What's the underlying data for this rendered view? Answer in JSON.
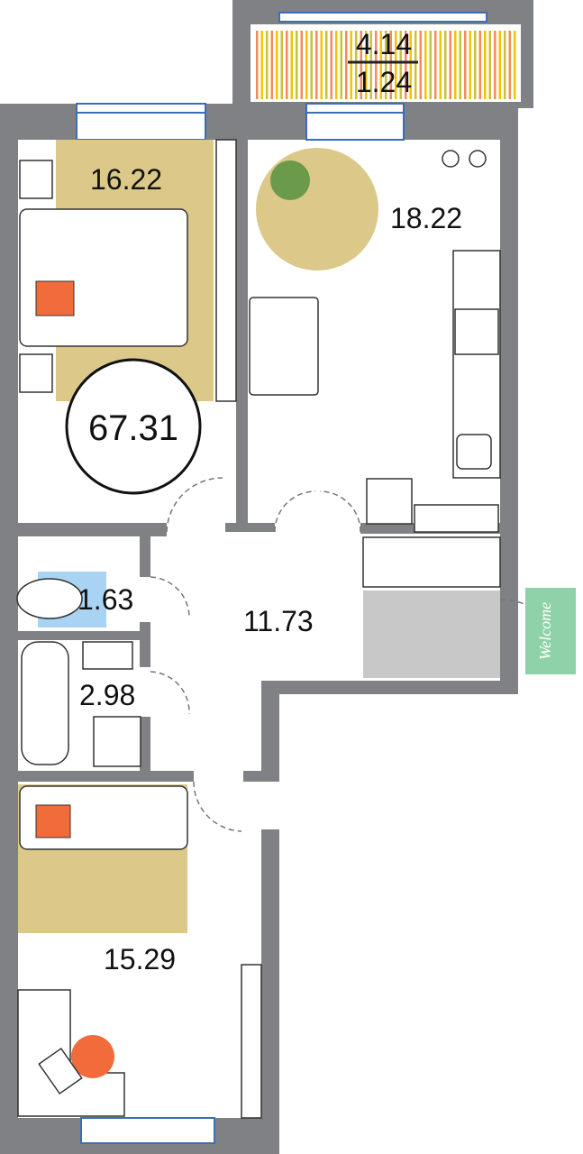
{
  "plan": {
    "total_area": "67.31",
    "rooms": [
      {
        "name": "balcony",
        "area": "4.14",
        "area_reduced": "1.24"
      },
      {
        "name": "bedroom-1",
        "area": "16.22"
      },
      {
        "name": "kitchen-living",
        "area": "18.22"
      },
      {
        "name": "toilet",
        "area": "1.63"
      },
      {
        "name": "hallway",
        "area": "11.73"
      },
      {
        "name": "bathroom",
        "area": "2.98"
      },
      {
        "name": "bedroom-2",
        "area": "15.29"
      }
    ],
    "doormat_text": "Welcome"
  },
  "colors": {
    "wall": "#808184",
    "window": "#3a6fb5",
    "rug": "#dcc98a",
    "accent": "#f26b3a",
    "mat": "#8fd1a8"
  }
}
